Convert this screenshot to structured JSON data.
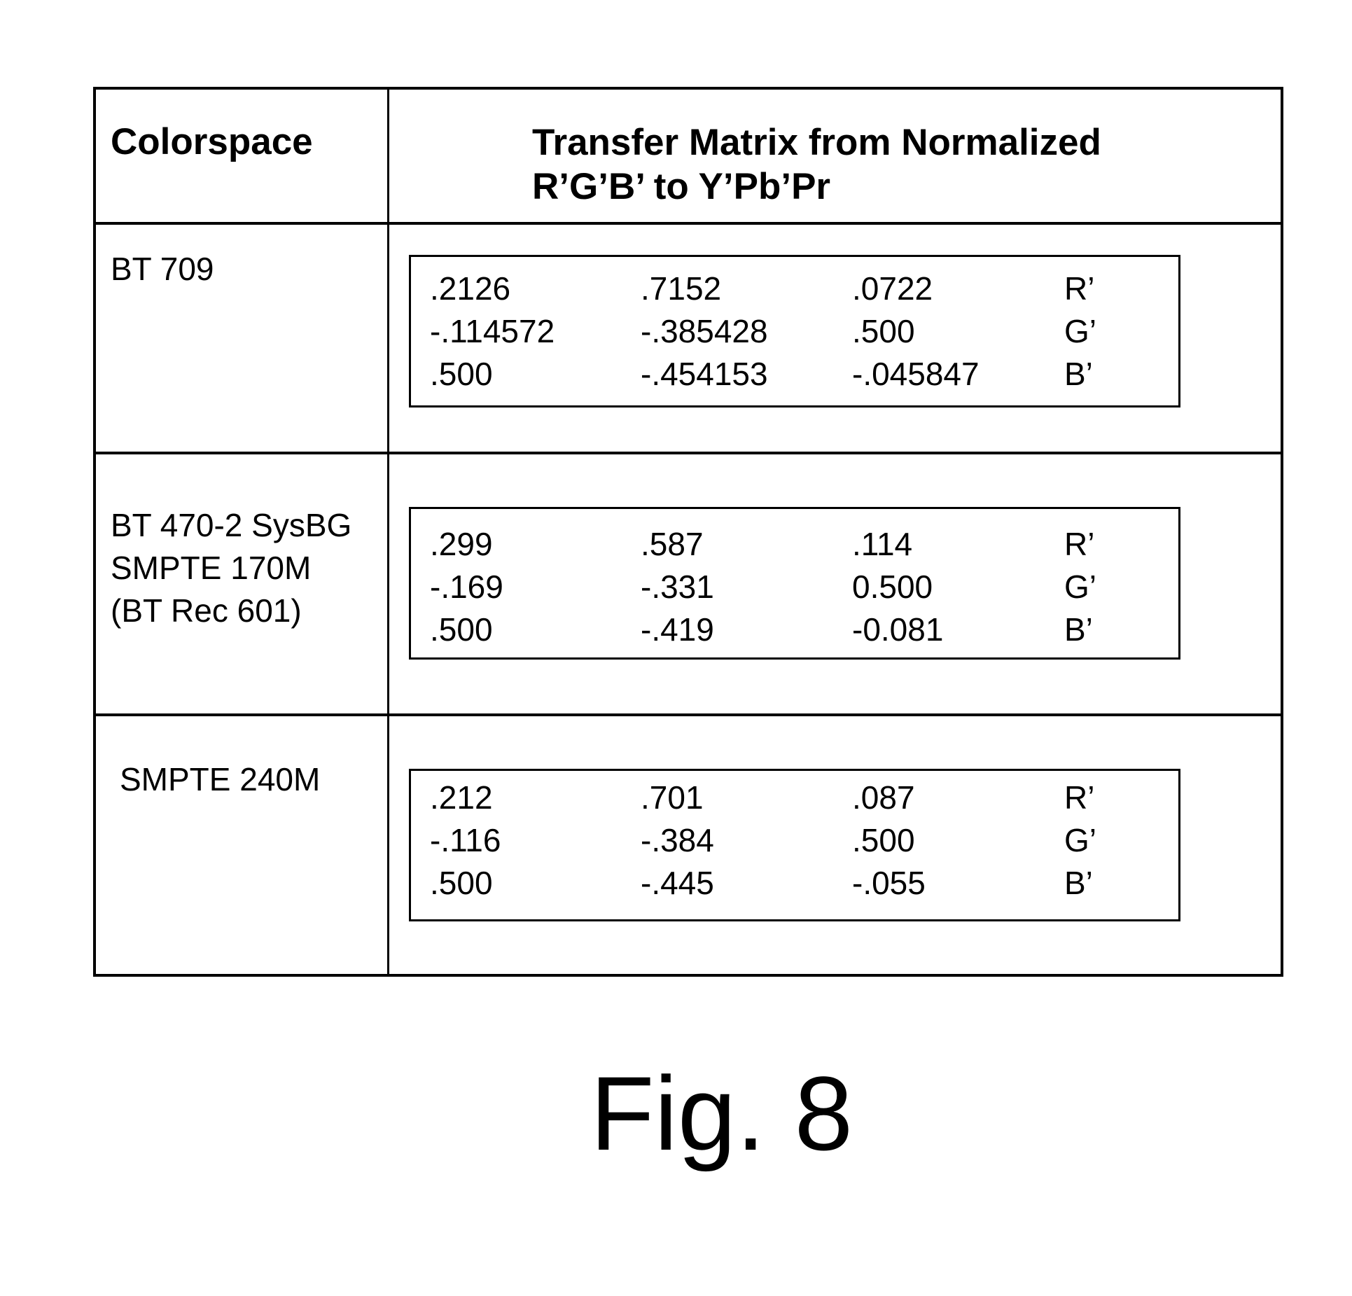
{
  "table": {
    "header": {
      "colorspace": "Colorspace",
      "matrix_line1": "Transfer Matrix from Normalized",
      "matrix_line2": "R’G’B’ to Y’Pb’Pr"
    },
    "rows": [
      {
        "colorspace_lines": [
          "BT 709",
          "",
          ""
        ],
        "matrix": [
          [
            ".2126",
            ".7152",
            ".0722",
            "R’"
          ],
          [
            "-.114572",
            "-.385428",
            ".500",
            "G’"
          ],
          [
            ".500",
            "-.454153",
            "-.045847",
            "B’"
          ]
        ]
      },
      {
        "colorspace_lines": [
          "BT 470-2 SysBG",
          "SMPTE 170M",
          "(BT Rec 601)"
        ],
        "matrix": [
          [
            ".299",
            ".587",
            ".114",
            "R’"
          ],
          [
            "-.169",
            "-.331",
            "0.500",
            "G’"
          ],
          [
            ".500",
            "-.419",
            "-0.081",
            "B’"
          ]
        ]
      },
      {
        "colorspace_lines": [
          "SMPTE 240M",
          "",
          ""
        ],
        "matrix": [
          [
            ".212",
            ".701",
            ".087",
            "R’"
          ],
          [
            "-.116",
            "-.384",
            ".500",
            "G’"
          ],
          [
            ".500",
            "-.445",
            "-.055",
            "B’"
          ]
        ]
      }
    ]
  },
  "caption": "Fig. 8"
}
